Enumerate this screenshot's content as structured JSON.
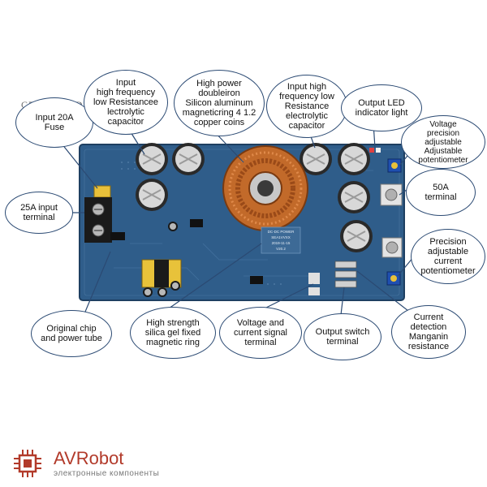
{
  "watermark": "CFSUNBIRD",
  "brand": {
    "name": "AVRobot",
    "tagline": "электронные компоненты",
    "color": "#b23a2a"
  },
  "board": {
    "pcb_color": "#2f5d8a",
    "silk_lines": [
      "DC-DC POWER",
      "SEA1VVXX",
      "2019-11-15",
      "V20.2"
    ]
  },
  "callouts": [
    {
      "id": "input-fuse",
      "lines": [
        "Input 20A",
        "Fuse"
      ]
    },
    {
      "id": "input-capacitor",
      "lines": [
        "Input",
        "high frequency",
        "low Resistancee",
        "lectrolytic",
        "capacitor"
      ]
    },
    {
      "id": "magnetic-ring",
      "lines": [
        "High power",
        "doubleiron",
        "Silicon aluminum",
        "magneticring 4 1.2",
        "copper coins"
      ]
    },
    {
      "id": "input-high-frequency",
      "lines": [
        "Input high",
        "frequency low",
        "Resistance",
        "electrolytic",
        "capacitor"
      ]
    },
    {
      "id": "output-led",
      "lines": [
        "Output LED",
        "indicator light"
      ]
    },
    {
      "id": "voltage-pot",
      "lines": [
        "Voltage",
        "precision adjustable",
        "Adjustable",
        "potentiometer"
      ]
    },
    {
      "id": "input-terminal",
      "lines": [
        "25A input",
        "terminal"
      ]
    },
    {
      "id": "output-terminal",
      "lines": [
        "50A",
        "terminal"
      ]
    },
    {
      "id": "current-pot",
      "lines": [
        "Precision",
        "adjustable",
        "current",
        "potentiometer"
      ]
    },
    {
      "id": "chip-tube",
      "lines": [
        "Original chip",
        "and power tube"
      ]
    },
    {
      "id": "silica-gel",
      "lines": [
        "High strength",
        "silica gel fixed",
        "magnetic ring"
      ]
    },
    {
      "id": "signal-terminal",
      "lines": [
        "Voltage and",
        "current signal",
        "terminal"
      ]
    },
    {
      "id": "output-switch",
      "lines": [
        "Output switch",
        "terminal"
      ]
    },
    {
      "id": "current-detection",
      "lines": [
        "Current",
        "detection",
        "Manganin",
        "resistance"
      ]
    }
  ]
}
